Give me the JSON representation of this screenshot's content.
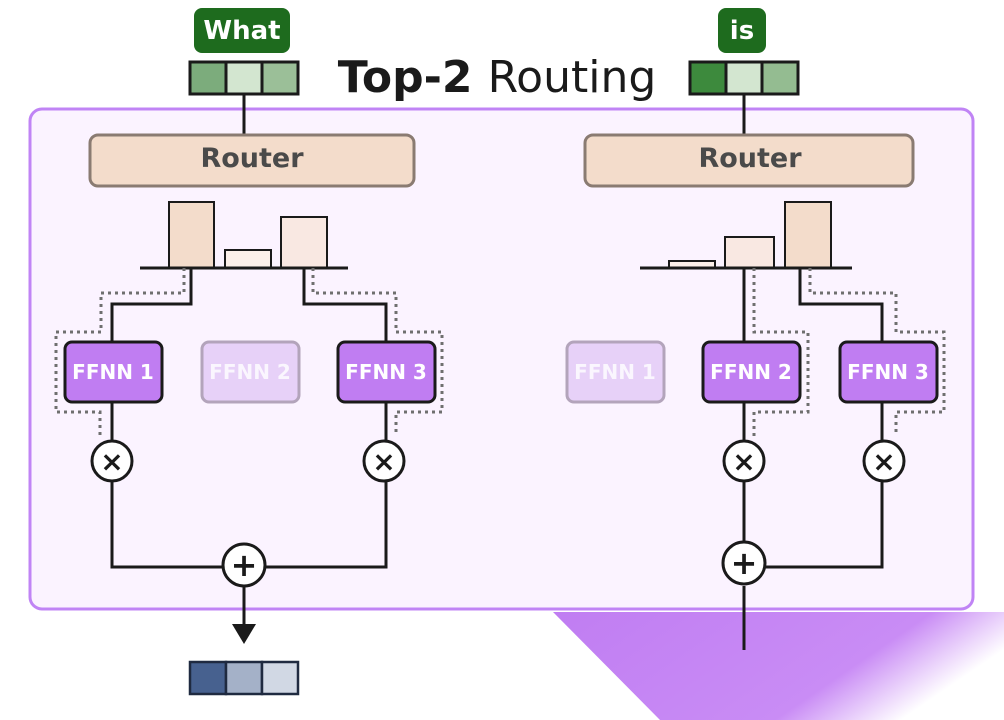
{
  "title": {
    "bold": "Top-2",
    "regular": "Routing"
  },
  "colors": {
    "token_bg": "#1e6b1e",
    "panel_border": "#c084f5",
    "panel_fill": "#fbf3ff",
    "router_fill": "#f3dccb",
    "ffnn_active": "#c07df2",
    "ffnn_inactive": "#e7d1f8",
    "output_vector": [
      "#47618f",
      "#a4b1c8",
      "#d1d8e4"
    ]
  },
  "left": {
    "token": "What",
    "router_label": "Router",
    "experts": [
      {
        "label": "FFNN 1",
        "active": true
      },
      {
        "label": "FFNN 2",
        "active": false
      },
      {
        "label": "FFNN 3",
        "active": true
      }
    ],
    "multiply_symbol": "×",
    "sum_symbol": "+"
  },
  "right": {
    "token": "is",
    "router_label": "Router",
    "experts": [
      {
        "label": "FFNN 1",
        "active": false
      },
      {
        "label": "FFNN 2",
        "active": true
      },
      {
        "label": "FFNN 3",
        "active": true
      }
    ],
    "multiply_symbol": "×",
    "sum_symbol": "+"
  }
}
